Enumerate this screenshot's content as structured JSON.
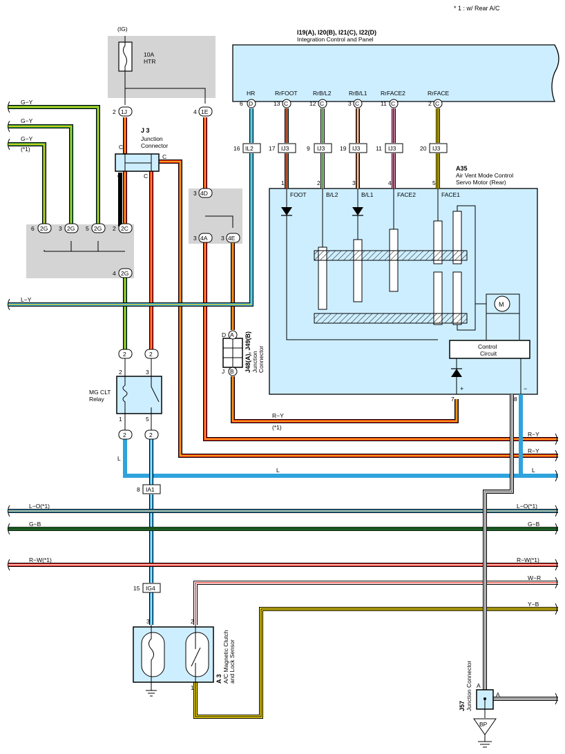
{
  "note": "* 1 : w/ Rear A/C",
  "ig_label": "(IG)",
  "fuse": {
    "rating": "10A",
    "name": "HTR"
  },
  "ecu": {
    "code": "I19(A), I20(B), I21(C), I22(D)",
    "name": "Integration Control and Panel"
  },
  "ecu_terminals": [
    {
      "label": "HR",
      "pin": "6",
      "conn": "D"
    },
    {
      "label": "RrFOOT",
      "pin": "13",
      "conn": "C"
    },
    {
      "label": "RrB/L2",
      "pin": "12",
      "conn": "C"
    },
    {
      "label": "RrB/L1",
      "pin": "3",
      "conn": "C"
    },
    {
      "label": "RrFACE2",
      "pin": "11",
      "conn": "C"
    },
    {
      "label": "RrFACE",
      "pin": "2",
      "conn": "C"
    }
  ],
  "j3": {
    "code": "J 3",
    "name1": "Junction",
    "name2": "Connector",
    "c": "C"
  },
  "servo": {
    "code": "A35",
    "name1": "Air Vent Mode Control",
    "name2": "Servo Motor (Rear)",
    "labels": [
      "FOOT",
      "B/L2",
      "B/L1",
      "FACE2",
      "FACE1"
    ],
    "ctrl1": "Control",
    "ctrl2": "Circuit",
    "motor": "M",
    "plus": "+",
    "minus": "−"
  },
  "relay": {
    "name1": "MG CLT",
    "name2": "Relay"
  },
  "jj": {
    "code": "J48(A), J49(B)",
    "name1": "Junction",
    "name2": "Connector",
    "d": "D",
    "j": "J"
  },
  "a3": {
    "code": "A 3",
    "name1": "A/C Magnetic Clutch",
    "name2": "and Lock Sensor"
  },
  "j57": {
    "code": "J57",
    "name": "Junction Connector",
    "ground": "BP"
  },
  "left_wires": {
    "gy1": "G−Y",
    "gy2": "G−Y",
    "gy3": "G−Y",
    "star": "(*1)",
    "ly": "L−Y"
  },
  "bus_wires": {
    "lo": "L−O(*1)",
    "gb": "G−B",
    "rw": "R−W(*1)",
    "wr": "W−R",
    "yb": "Y−B",
    "l": "L",
    "ry": "R−Y"
  },
  "connectors": {
    "c1J": "1J",
    "c1E": "1E",
    "c2G": "2G",
    "c2C": "2C",
    "c4D": "4D",
    "c4A": "4A",
    "c4E": "4E",
    "IL2": "IL2",
    "IJ3": "IJ3",
    "IA1": "IA1",
    "IG4": "IG4",
    "A": "A",
    "B": "B",
    "two": "2"
  },
  "wire_colors": {
    "g_y": "#2f9a3a",
    "red": "#e8261d",
    "yellow": "#f5dc14",
    "blue": "#2ea3dc",
    "brown": "#8b4a26",
    "pink": "#f39ac0",
    "gray_box": "#d4d4d4",
    "ecu_fill": "#cdeeff"
  }
}
